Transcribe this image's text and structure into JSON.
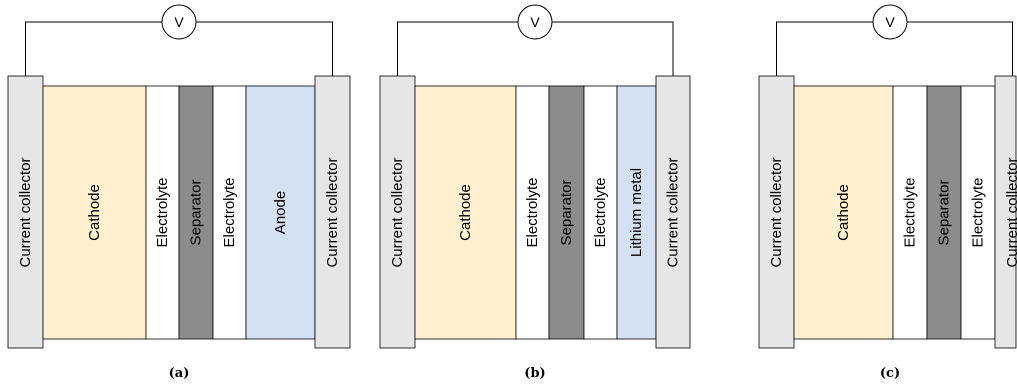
{
  "panels": [
    {
      "caption": "(a)",
      "voltmeter": "V",
      "layers": [
        {
          "label": "Current collector",
          "color": "#e6e6e6"
        },
        {
          "label": "Cathode",
          "color": "#fff1cf"
        },
        {
          "label": "Electrolyte",
          "color": "#ffffff"
        },
        {
          "label": "Separator",
          "color": "#8c8c8c"
        },
        {
          "label": "Electrolyte",
          "color": "#ffffff"
        },
        {
          "label": "Anode",
          "color": "#d4e1f3"
        },
        {
          "label": "Current collector",
          "color": "#e6e6e6"
        }
      ]
    },
    {
      "caption": "(b)",
      "voltmeter": "V",
      "layers": [
        {
          "label": "Current collector",
          "color": "#e6e6e6"
        },
        {
          "label": "Cathode",
          "color": "#fff1cf"
        },
        {
          "label": "Electrolyte",
          "color": "#ffffff"
        },
        {
          "label": "Separator",
          "color": "#8c8c8c"
        },
        {
          "label": "Electrolyte",
          "color": "#ffffff"
        },
        {
          "label": "Lithium metal",
          "color": "#d4e1f3"
        },
        {
          "label": "Current collector",
          "color": "#e6e6e6"
        }
      ]
    },
    {
      "caption": "(c)",
      "voltmeter": "V",
      "layers": [
        {
          "label": "Current collector",
          "color": "#e6e6e6"
        },
        {
          "label": "Cathode",
          "color": "#fff1cf"
        },
        {
          "label": "Electrolyte",
          "color": "#ffffff"
        },
        {
          "label": "Separator",
          "color": "#8c8c8c"
        },
        {
          "label": "Electrolyte",
          "color": "#ffffff"
        },
        {
          "label": "Current collector",
          "color": "#e6e6e6"
        }
      ]
    }
  ]
}
